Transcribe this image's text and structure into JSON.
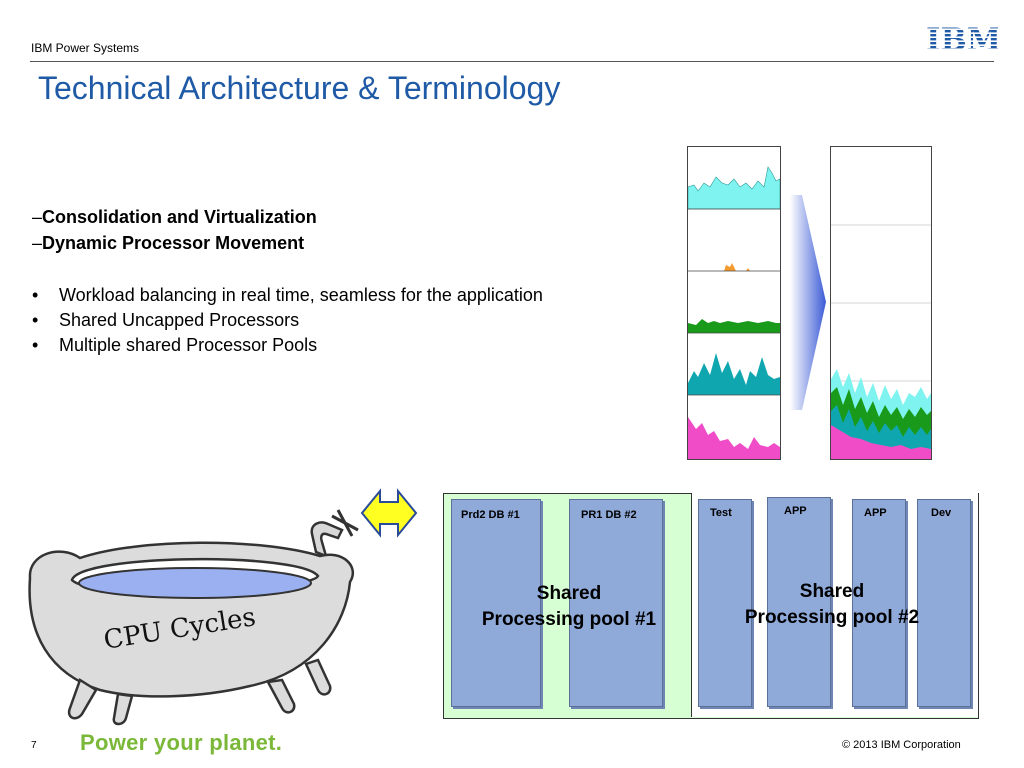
{
  "header": {
    "label": "IBM Power Systems",
    "logo_text": "IBM"
  },
  "title": "Technical Architecture & Terminology",
  "subheads": [
    {
      "dash": "–",
      "text": "Consolidation and Virtualization"
    },
    {
      "dash": "–",
      "text": "Dynamic Processor Movement"
    }
  ],
  "bullets": [
    {
      "mark": "•",
      "text": "Workload balancing in real time, seamless for the application"
    },
    {
      "mark": "•",
      "text": "Shared Uncapped Processors"
    },
    {
      "mark": "•",
      "text": "Multiple shared Processor Pools"
    }
  ],
  "bathtub": {
    "label": "CPU Cycles"
  },
  "pools": {
    "pool1": {
      "label_line1": "Shared",
      "label_line2": "Processing pool #1",
      "lpars": [
        "Prd2 DB #1",
        "PR1 DB #2"
      ]
    },
    "pool2": {
      "label_line1": "Shared",
      "label_line2": "Processing pool #2",
      "lpars": [
        "Test",
        "APP",
        "APP",
        "Dev"
      ]
    }
  },
  "colors": {
    "title": "#1f5aa6",
    "slogan": "#7bb83a",
    "pool1_bg": "#d6ffd3",
    "lpar": "#8fa9d8",
    "workload_cyan": "#7ff3f0",
    "workload_orange": "#f59a2e",
    "workload_green": "#1a9a1a",
    "workload_teal": "#10a6b0",
    "workload_pink": "#f04cc8"
  },
  "footer": {
    "page": "7",
    "slogan": "Power your planet.",
    "copyright": "© 2013 IBM Corporation"
  }
}
